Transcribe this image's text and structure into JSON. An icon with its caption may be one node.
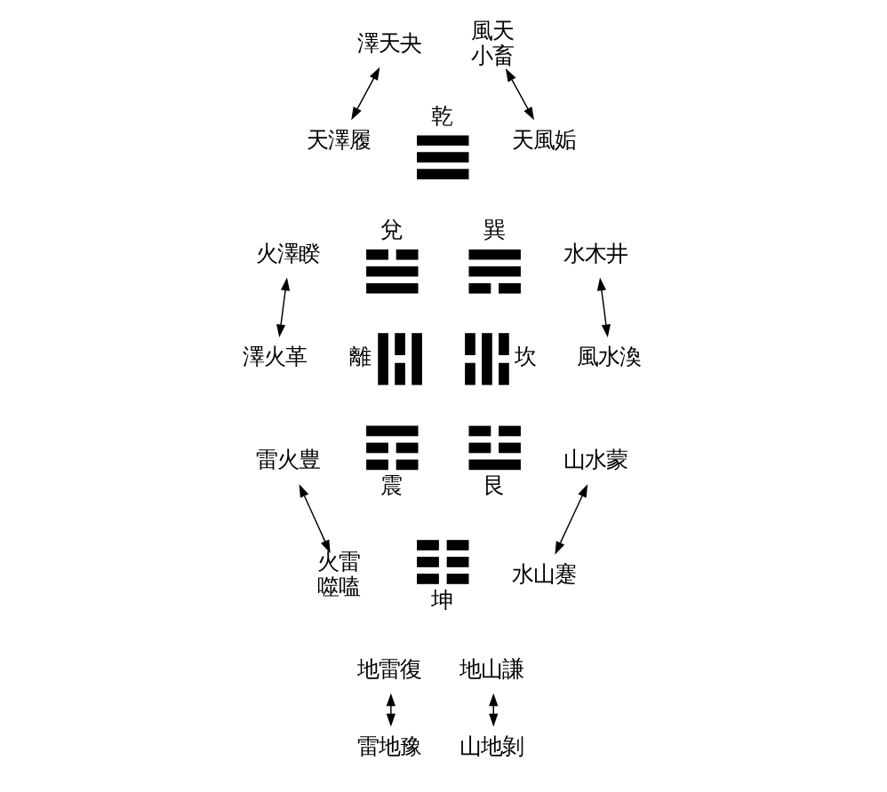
{
  "diagram": {
    "nodes": [
      {
        "text": [
          "風天小畜"
        ]
      },
      {
        "text": [
          "澤天夬"
        ]
      },
      {
        "text": [
          "天澤履"
        ]
      },
      {
        "text": [
          "天風姤"
        ]
      },
      {
        "text": [
          "乾"
        ]
      },
      {
        "text": [
          "火澤睽"
        ]
      },
      {
        "text": [
          "兌"
        ]
      },
      {
        "text": [
          "巽"
        ]
      },
      {
        "text": [
          "水木井"
        ]
      },
      {
        "text": [
          "澤火革"
        ]
      },
      {
        "text": [
          "風水渙"
        ]
      },
      {
        "text": [
          "離"
        ]
      },
      {
        "text": [
          "坎"
        ]
      },
      {
        "text": [
          "雷火豊"
        ]
      },
      {
        "text": [
          "山水蒙"
        ]
      },
      {
        "text": [
          "震"
        ]
      },
      {
        "text": [
          "艮"
        ]
      },
      {
        "text": [
          "火雷噬嗑"
        ]
      },
      {
        "text": [
          "坤"
        ]
      },
      {
        "text": [
          "水山蹇"
        ]
      },
      {
        "text": [
          "地山謙"
        ]
      },
      {
        "text": [
          "地雷復"
        ]
      },
      {
        "text": [
          "雷地豫"
        ]
      },
      {
        "text": [
          "山地剝"
        ]
      }
    ],
    "edges": [
      {
        "from": 0,
        "to": 3,
        "arrow": "both"
      },
      {
        "from": 1,
        "to": 2,
        "arrow": "both"
      },
      {
        "from": 5,
        "to": 9,
        "arrow": "both"
      },
      {
        "from": 8,
        "to": 10,
        "arrow": "both"
      },
      {
        "from": 13,
        "to": 17,
        "arrow": "both"
      },
      {
        "from": 14,
        "to": 19,
        "arrow": "both"
      },
      {
        "from": 21,
        "to": 22,
        "arrow": "both"
      },
      {
        "from": 20,
        "to": 23,
        "arrow": "both"
      }
    ]
  }
}
